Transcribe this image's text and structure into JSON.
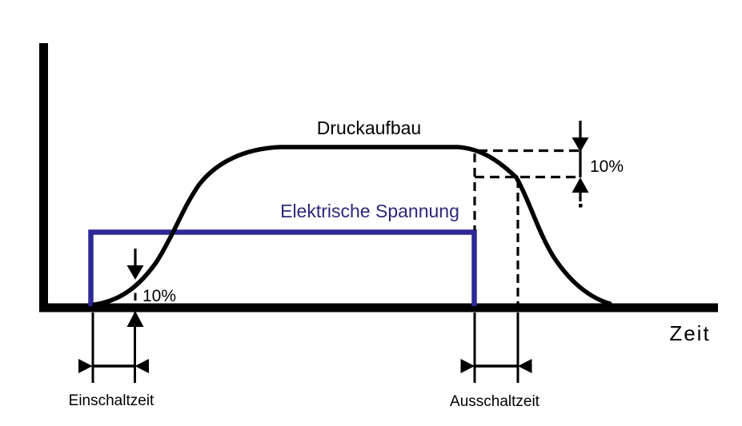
{
  "diagram": {
    "curve_label": "Druckaufbau",
    "voltage_label": "Elektrische Spannung",
    "axis_label_x": "Zeit",
    "rise_tolerance": "10%",
    "fall_tolerance": "10%",
    "switch_on_time": "Einschaltzeit",
    "switch_off_time": "Ausschaltzeit",
    "colors": {
      "ink": "#000000",
      "voltage_line": "#2d2a96",
      "voltage_text": "#2a2878",
      "background": "#ffffff"
    }
  }
}
